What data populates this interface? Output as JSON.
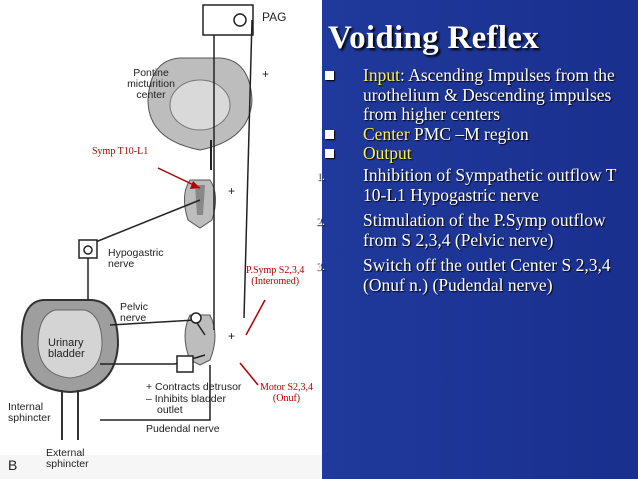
{
  "slide": {
    "title": "Voiding Reflex",
    "bullets": [
      {
        "key": "Input",
        "rest": ": Ascending Impulses from the urothelium & Descending impulses from higher centers"
      },
      {
        "key": "Center",
        "rest": " PMC –M region"
      },
      {
        "key": "Output",
        "rest": ""
      }
    ],
    "numbered": [
      {
        "n": "1.",
        "text": "Inhibition of Sympathetic outflow T 10-L1 Hypogastric nerve"
      },
      {
        "n": "2.",
        "text": "Stimulation of the P.Symp outflow from S 2,3,4 (Pelvic nerve)"
      },
      {
        "n": "3.",
        "text": "Switch off the outlet Center S 2,3,4 (Onuf n.) (Pudendal nerve)"
      }
    ]
  },
  "diagram": {
    "pag": "PAG",
    "pmc": [
      "Pontine",
      "micturition",
      "center"
    ],
    "symp": "Symp T10-L1",
    "hypogastric": [
      "Hypogastric",
      "nerve"
    ],
    "psymp": [
      "P.Symp S2,3,4",
      "(Interomed)"
    ],
    "pelvic": [
      "Pelvic",
      "nerve"
    ],
    "bladder": [
      "Urinary",
      "bladder"
    ],
    "motor": [
      "Motor S2,3,4",
      "(Onuf)"
    ],
    "contracts": "+ Contracts detrusor",
    "inhibits": [
      "– Inhibits bladder",
      "outlet"
    ],
    "internal": [
      "Internal",
      "sphincter"
    ],
    "pudendal": "Pudendal nerve",
    "external": [
      "External",
      "sphincter"
    ],
    "panel": "B"
  },
  "colors": {
    "background": "#1a2f8e",
    "highlight": "#ffee55",
    "annotation": "#b00000"
  }
}
